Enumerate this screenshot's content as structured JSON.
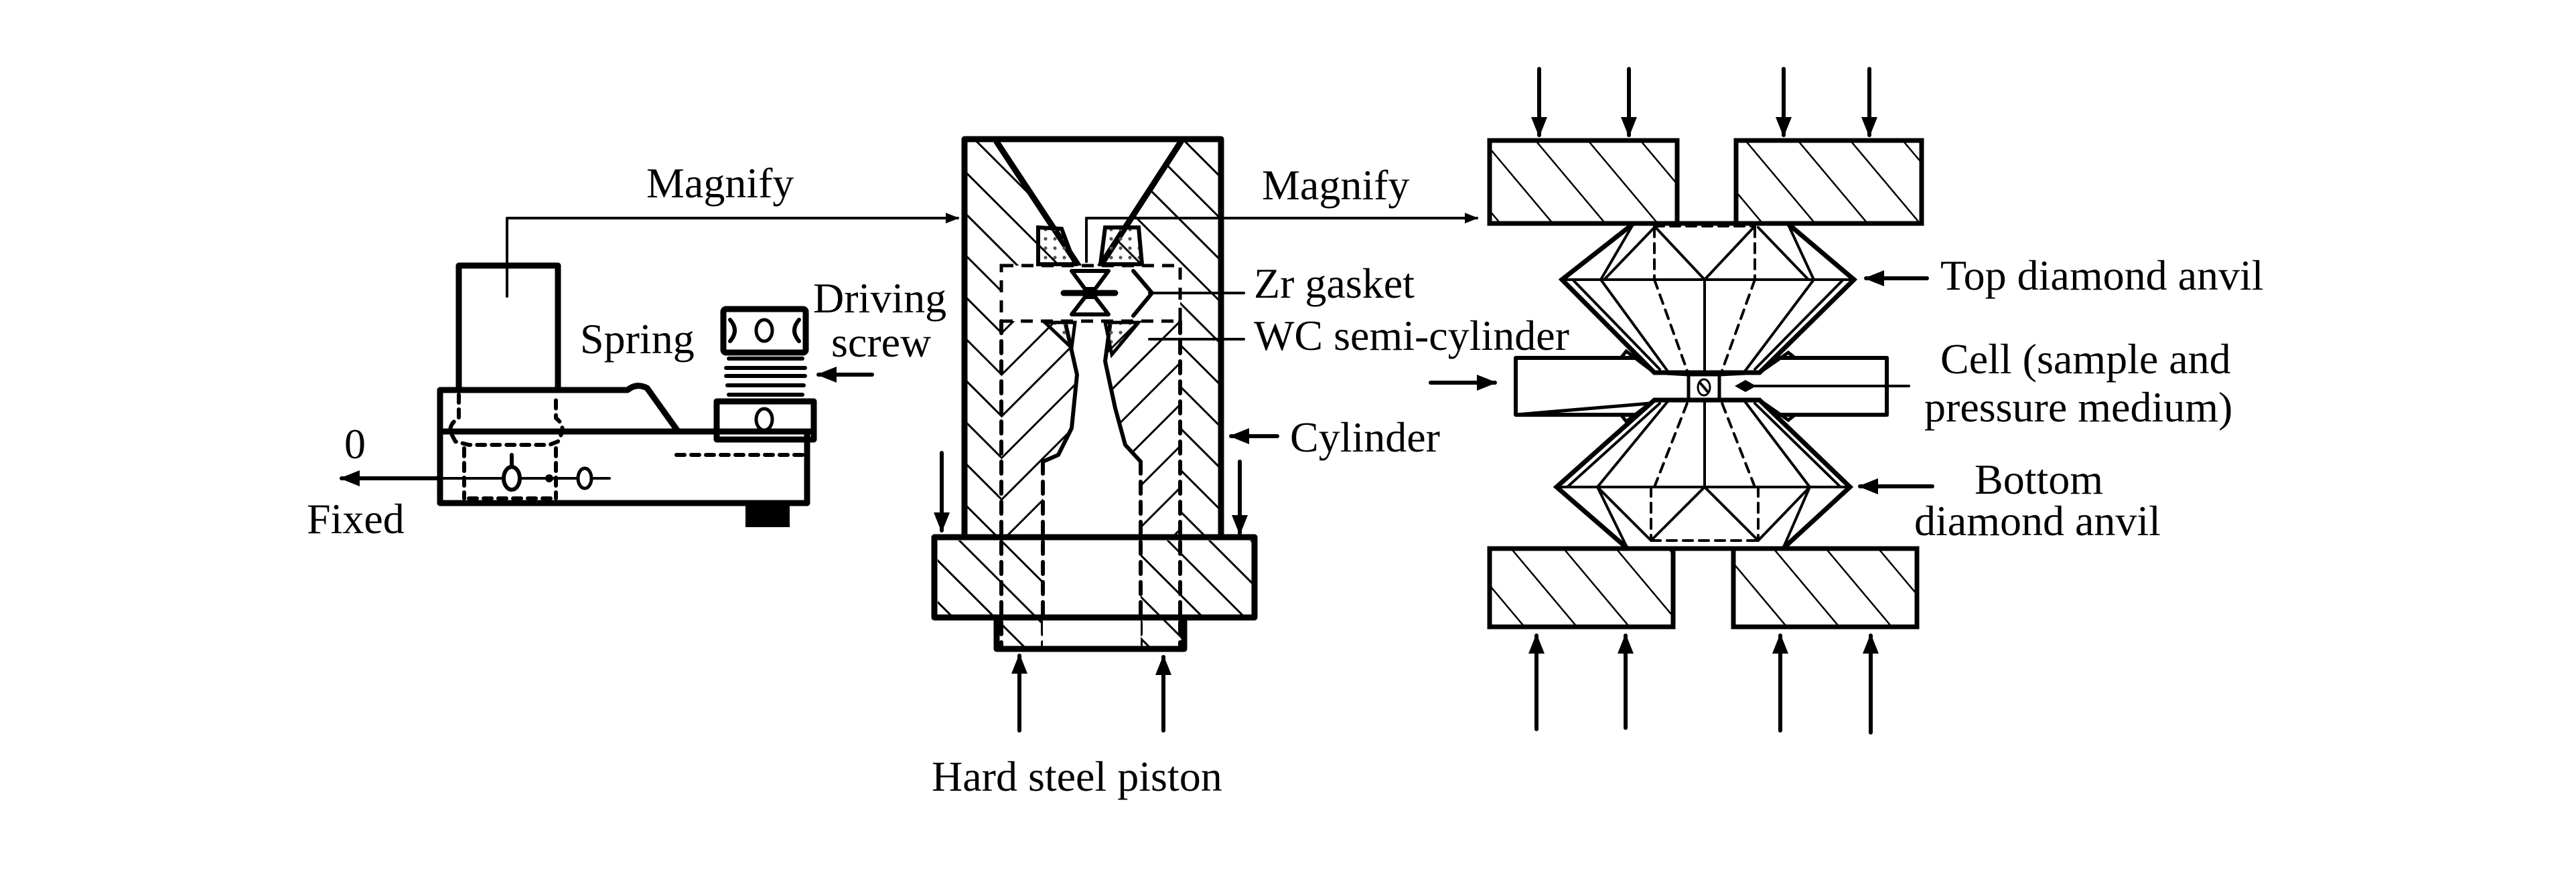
{
  "figure": {
    "description": "Schematic of a diamond anvil cell assembly with successive magnified views",
    "colors": {
      "ink": "#000000",
      "background": "#ffffff"
    }
  },
  "labels": {
    "magnify_left": "Magnify",
    "magnify_right": "Magnify",
    "spring": "Spring",
    "driving": "Driving",
    "screw": "screw",
    "zero": "0",
    "fixed": "Fixed",
    "zr_gasket": "Zr gasket",
    "wc_semi_cylinder": "WC semi-cylinder",
    "cylinder": "Cylinder",
    "hard_steel_piston": "Hard steel piston",
    "top_diamond_anvil": "Top diamond anvil",
    "cell_line1": "Cell (sample and",
    "cell_line2": "pressure medium)",
    "bottom_line1": "Bottom",
    "bottom_line2": "diamond anvil"
  },
  "panels": [
    {
      "name": "loading-device",
      "parts": [
        "Spring",
        "Driving screw",
        "Fixed"
      ]
    },
    {
      "name": "piston-cylinder",
      "parts": [
        "Zr gasket",
        "WC semi-cylinder",
        "Cylinder",
        "Hard steel piston"
      ]
    },
    {
      "name": "diamond-anvils",
      "parts": [
        "Top diamond anvil",
        "Cell (sample and pressure medium)",
        "Bottom diamond anvil"
      ]
    }
  ]
}
